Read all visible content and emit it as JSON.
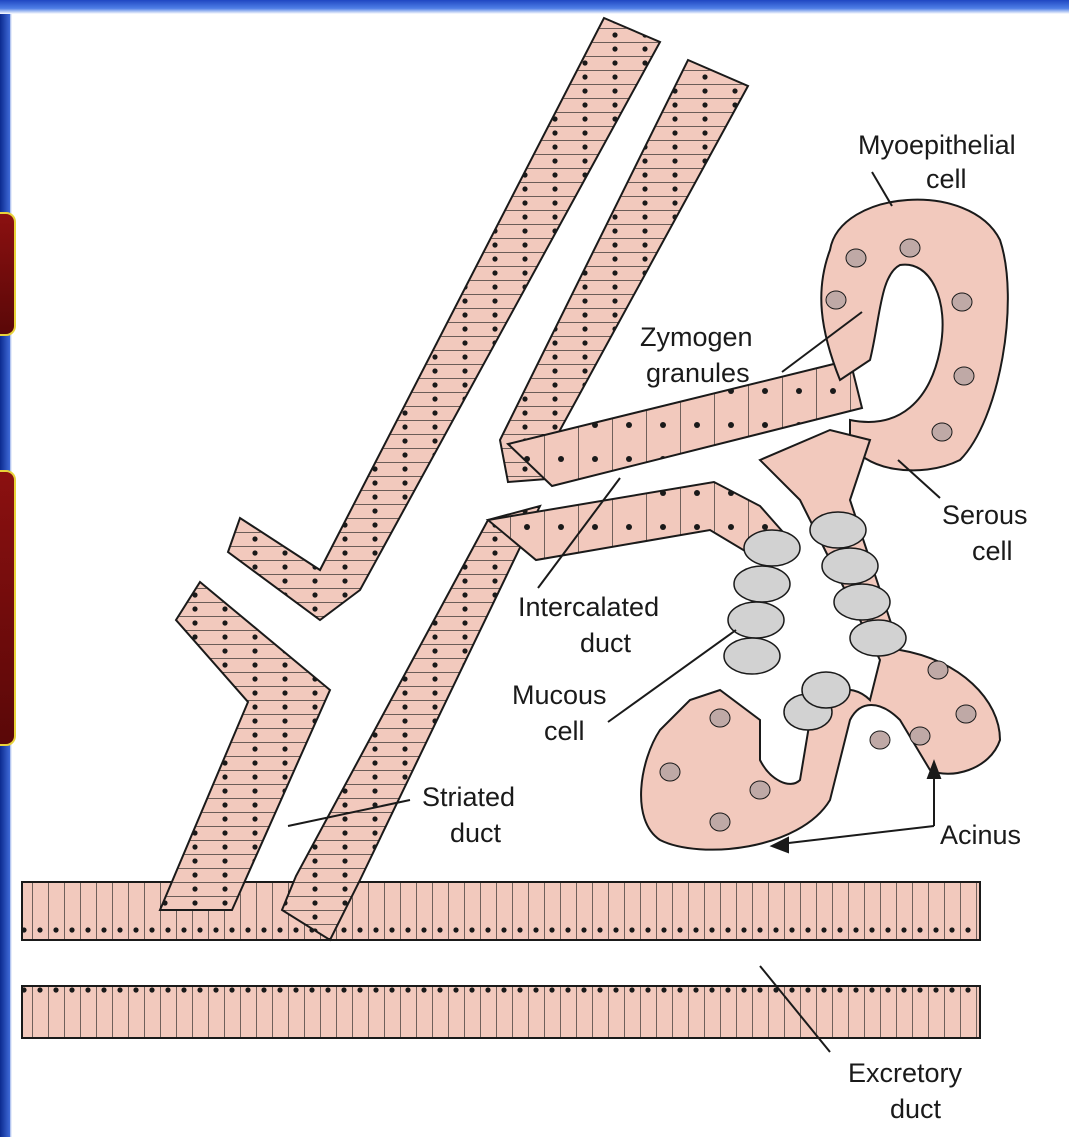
{
  "labels": {
    "myoepithelial_1": "Myoepithelial",
    "myoepithelial_2": "cell",
    "zymogen_1": "Zymogen",
    "zymogen_2": "granules",
    "serous_1": "Serous",
    "serous_2": "cell",
    "intercalated_1": "Intercalated",
    "intercalated_2": "duct",
    "mucous_1": "Mucous",
    "mucous_2": "cell",
    "striated_1": "Striated",
    "striated_2": "duct",
    "acinus": "Acinus",
    "excretory_1": "Excretory",
    "excretory_2": "duct"
  },
  "colors": {
    "cell_fill": "#f2c9bd",
    "mucous_fill": "#d2d2d2",
    "outline": "#1a1a1a",
    "slide_blue": "#2a55c8",
    "callout_fill": "#7a0c0c",
    "callout_border": "#e8d33a"
  }
}
